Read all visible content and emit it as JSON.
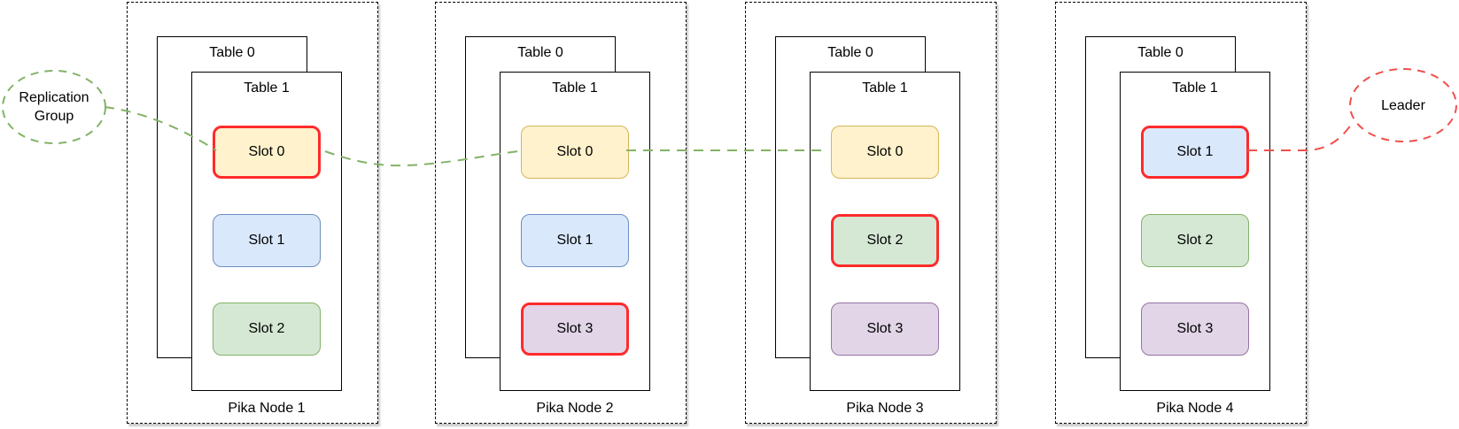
{
  "annotations": {
    "replication_group": {
      "label": "Replication Group",
      "color": "#82b366"
    },
    "leader": {
      "label": "Leader",
      "color": "#f0504b"
    }
  },
  "palette": {
    "yellow": {
      "fill": "#fff2cc",
      "stroke": "#d6b656"
    },
    "blue": {
      "fill": "#dae8fc",
      "stroke": "#6c8ebf"
    },
    "green": {
      "fill": "#d5e8d4",
      "stroke": "#82b366"
    },
    "purple": {
      "fill": "#e1d5e7",
      "stroke": "#9673a6"
    },
    "highlight": "#ff2b2b"
  },
  "nodes": [
    {
      "label": "Pika Node 1",
      "tables": [
        "Table 0",
        "Table 1"
      ],
      "slots": [
        {
          "label": "Slot 0",
          "color": "yellow",
          "highlighted": true
        },
        {
          "label": "Slot 1",
          "color": "blue",
          "highlighted": false
        },
        {
          "label": "Slot 2",
          "color": "green",
          "highlighted": false
        }
      ]
    },
    {
      "label": "Pika Node 2",
      "tables": [
        "Table 0",
        "Table 1"
      ],
      "slots": [
        {
          "label": "Slot 0",
          "color": "yellow",
          "highlighted": false
        },
        {
          "label": "Slot 1",
          "color": "blue",
          "highlighted": false
        },
        {
          "label": "Slot 3",
          "color": "purple",
          "highlighted": true
        }
      ]
    },
    {
      "label": "Pika Node 3",
      "tables": [
        "Table 0",
        "Table 1"
      ],
      "slots": [
        {
          "label": "Slot 0",
          "color": "yellow",
          "highlighted": false
        },
        {
          "label": "Slot 2",
          "color": "green",
          "highlighted": true
        },
        {
          "label": "Slot 3",
          "color": "purple",
          "highlighted": false
        }
      ]
    },
    {
      "label": "Pika Node 4",
      "tables": [
        "Table 0",
        "Table 1"
      ],
      "slots": [
        {
          "label": "Slot 1",
          "color": "blue",
          "highlighted": true
        },
        {
          "label": "Slot 2",
          "color": "green",
          "highlighted": false
        },
        {
          "label": "Slot 3",
          "color": "purple",
          "highlighted": false
        }
      ]
    }
  ]
}
